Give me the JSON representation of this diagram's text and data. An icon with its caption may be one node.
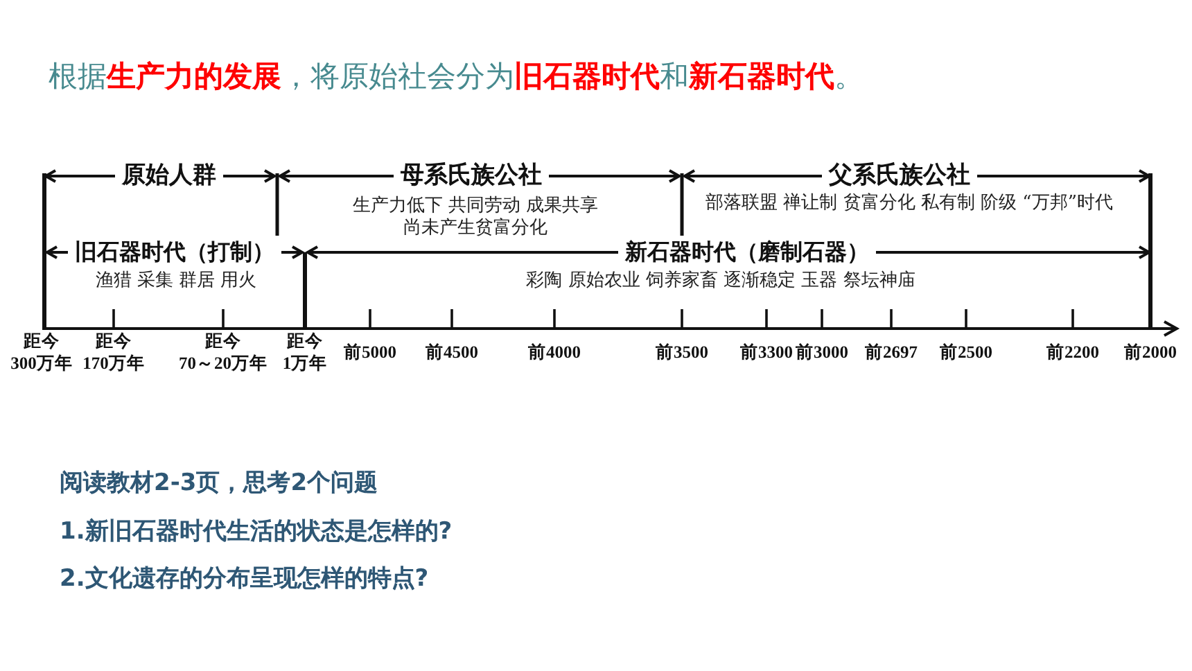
{
  "diagram": {
    "title": "根据**生产力的发展**，将原始社会分为**旧石器时代**和**新石器时代**。",
    "labels": [
      "原始人群",
      "母系氏族公社",
      "父系氏族公社",
      "生产力低下 共同劳动 成果共享尚未产生贫富分化",
      "部落联盟 禅让制 贫富分化 私有制 阶级 “万邦”时代",
      "旧石器时代（打制）",
      "新石器时代（磨制石器）",
      "渔猎 采集 群居 用火",
      "彩陶 原始农业 饲养家畜 逐渐稳定 玉器 祭坛神庙",
      "距今300万年",
      "距今170万年",
      "距今70～20万年",
      "距今1万年",
      "前5000",
      "前4500",
      "前4000",
      "前3500",
      "前3300",
      "前3000",
      "前2697",
      "前2500",
      "前2200",
      "前2000",
      "阅读教材2-3页，思考2个问题",
      "1.新旧石器时代生活的状态是怎样的?",
      "2.文化遗存的分布呈现怎样的特点?"
    ]
  }
}
